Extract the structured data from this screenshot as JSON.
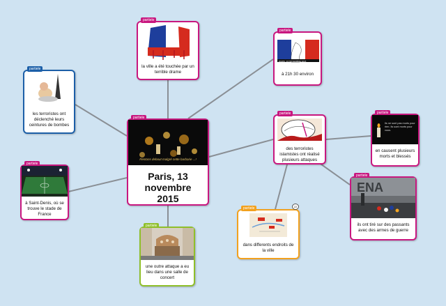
{
  "tag_label": "partiele",
  "center": {
    "title": "Paris,  13 novembre 2015",
    "image_caption": "Restons debout malgré cette barbarie ...!"
  },
  "nodes": {
    "flag": {
      "caption": "la ville a été touchée par un terrible drame"
    },
    "marianne": {
      "caption": "à 21h 30 environ",
      "image_text": "PARIS, 13 NOVEMBRE 2015"
    },
    "eiffel": {
      "caption": "les terroristes ont déclenché leurs ceintures de bombes"
    },
    "stade": {
      "caption": "à Saint-Denis, où se trouve le stade de France"
    },
    "attaques": {
      "caption": "des terroristes islamistes ont réalisé plusieurs attaques"
    },
    "morts": {
      "caption": "en causent plusieurs morts et blessés",
      "image_text": "Ils ne sont pas morts pour rien. Ils sont morts pour vous."
    },
    "passants": {
      "caption": "ils ont tiré sur des passants avec des armes de guerre"
    },
    "endroits": {
      "caption": "dans differents endroits de la ville"
    },
    "concert": {
      "caption": "une outre attaque a eu lieu dans une salle de concert"
    }
  },
  "comment_marker": "22",
  "colors": {
    "magenta": "#c8177f",
    "blue": "#1c5fa8",
    "green": "#8fbf2a",
    "orange": "#f2a11e",
    "background": "#cfe3f2"
  }
}
